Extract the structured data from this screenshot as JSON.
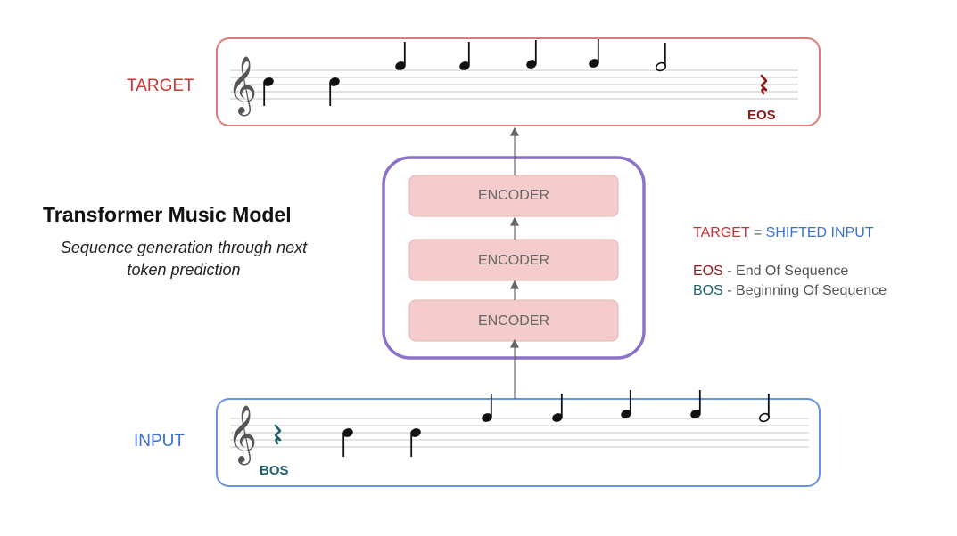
{
  "colors": {
    "target": "#cc3333",
    "input": "#3b6fd6",
    "model_border": "#8c72c9",
    "encoder_fill": "#f4cccc",
    "eos": "#8b1a1a",
    "bos": "#1f5f6b",
    "note": "#111111",
    "staff_line": "#d0d0d0"
  },
  "title": "Transformer Music Model",
  "subtitle": "Sequence generation through next token prediction",
  "rows": {
    "target": {
      "label": "TARGET",
      "token": "EOS"
    },
    "input": {
      "label": "INPUT",
      "token": "BOS"
    }
  },
  "encoders": [
    {
      "label": "ENCODER"
    },
    {
      "label": "ENCODER"
    },
    {
      "label": "ENCODER"
    }
  ],
  "legend": {
    "eq_left": "TARGET",
    "eq_sign": " = ",
    "eq_right": "SHIFTED INPUT",
    "eos": {
      "token": "EOS",
      "text": " - End Of Sequence"
    },
    "bos": {
      "token": "BOS",
      "text": " - Beginning Of Sequence"
    }
  },
  "icons": {
    "clef": "treble-clef-icon",
    "note": "quarter-note-icon",
    "half_note": "half-note-icon",
    "rest": "quarter-rest-icon"
  }
}
